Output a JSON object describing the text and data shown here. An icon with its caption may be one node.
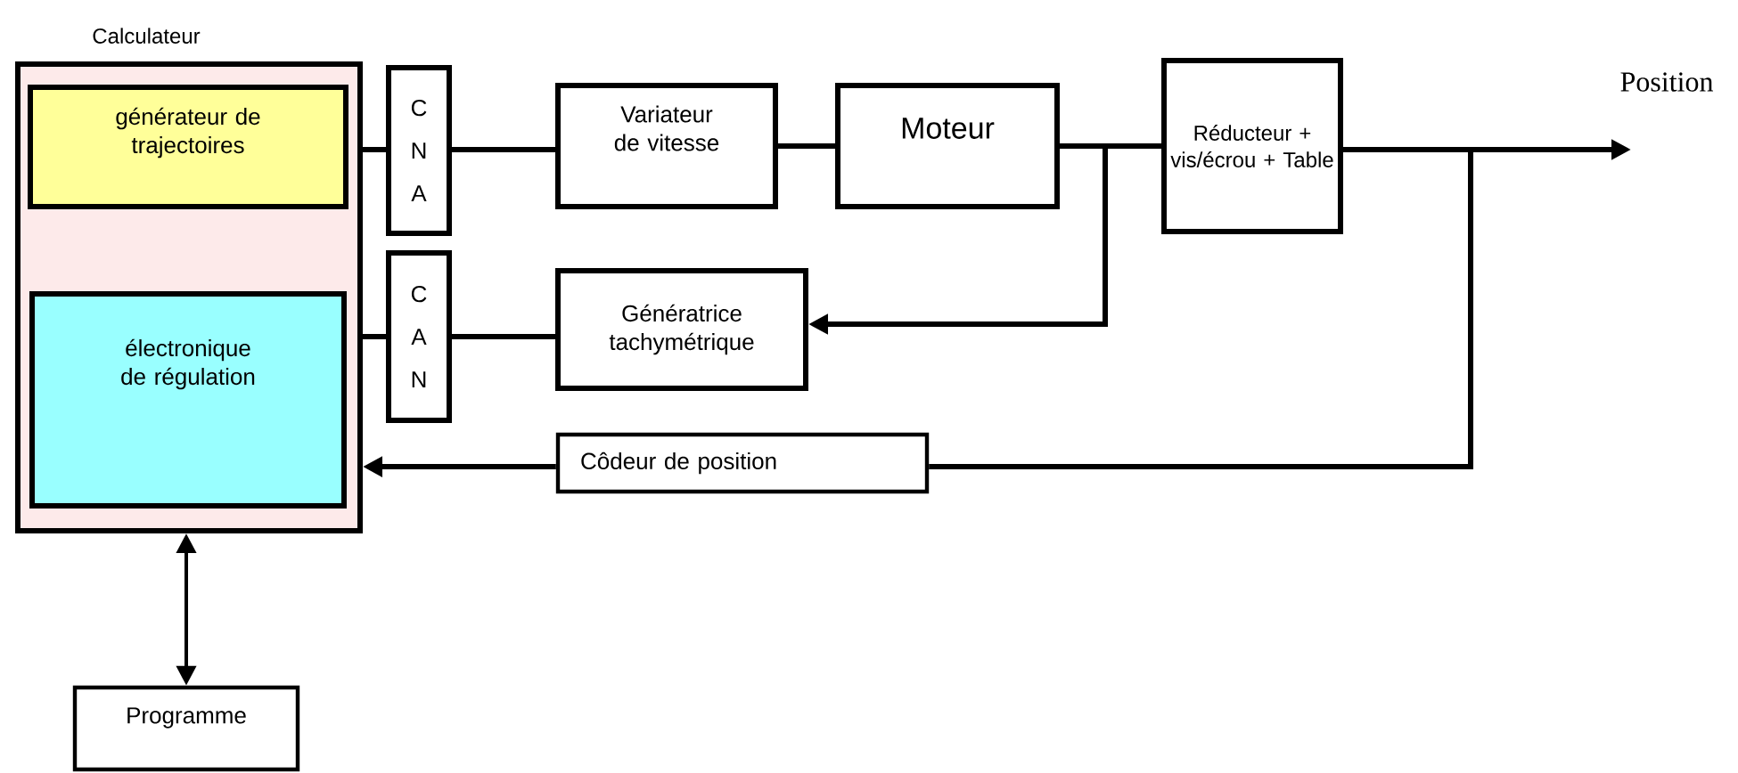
{
  "diagram": {
    "nodes": [
      {
        "text": [
          "Calculateur"
        ]
      },
      {
        "text": [
          "générateur de trajectoires"
        ],
        "in": 0
      },
      {
        "text": [
          "électronique de régulation"
        ],
        "in": 0
      },
      {
        "text": [
          "C N A"
        ]
      },
      {
        "text": [
          "C A N"
        ]
      },
      {
        "text": [
          "Variateur de vitesse"
        ]
      },
      {
        "text": [
          "Moteur"
        ]
      },
      {
        "text": [
          "Réducteur + vis/écrou + Table"
        ]
      },
      {
        "text": [
          "Génératrice tachymétrique"
        ]
      },
      {
        "text": [
          "Côdeur de position"
        ]
      },
      {
        "text": [
          "Programme"
        ]
      }
    ],
    "edges": [
      {
        "from": 0,
        "to": 3,
        "arrow": "none"
      },
      {
        "from": 3,
        "to": 5,
        "arrow": "none"
      },
      {
        "from": 5,
        "to": 6,
        "arrow": "none"
      },
      {
        "from": 6,
        "to": 7,
        "arrow": "none"
      },
      {
        "from": 6,
        "to": 8,
        "arrow": "to"
      },
      {
        "from": 7,
        "to": null,
        "arrow": "to",
        "label": "Position"
      },
      {
        "from": 7,
        "to": 9,
        "arrow": "none"
      },
      {
        "from": 9,
        "to": 0,
        "arrow": "to"
      },
      {
        "from": 8,
        "to": 4,
        "arrow": "none"
      },
      {
        "from": 4,
        "to": 0,
        "arrow": "none"
      },
      {
        "from": 0,
        "to": 10,
        "arrow": "both"
      }
    ]
  }
}
